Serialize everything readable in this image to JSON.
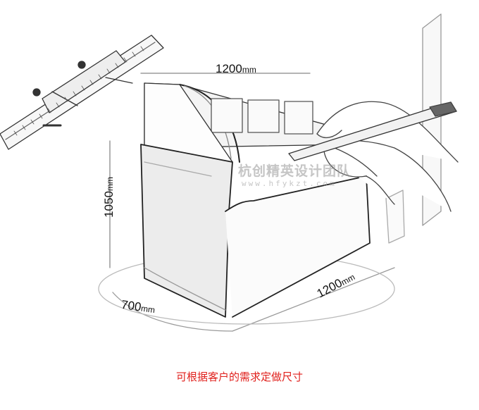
{
  "dimensions": {
    "top_width": {
      "value": "1200",
      "unit": "mm"
    },
    "height": {
      "value": "1050",
      "unit": "mm"
    },
    "depth": {
      "value": "700",
      "unit": "mm"
    },
    "front_width": {
      "value": "1200",
      "unit": "mm"
    }
  },
  "watermark": {
    "title": "杭创精英设计团队",
    "url": "www.hfykzt.com"
  },
  "caption": "可根据客户的需求定做尺寸",
  "colors": {
    "caption": "#e0201c",
    "line": "#333333",
    "watermark": "#9a9a9a"
  }
}
